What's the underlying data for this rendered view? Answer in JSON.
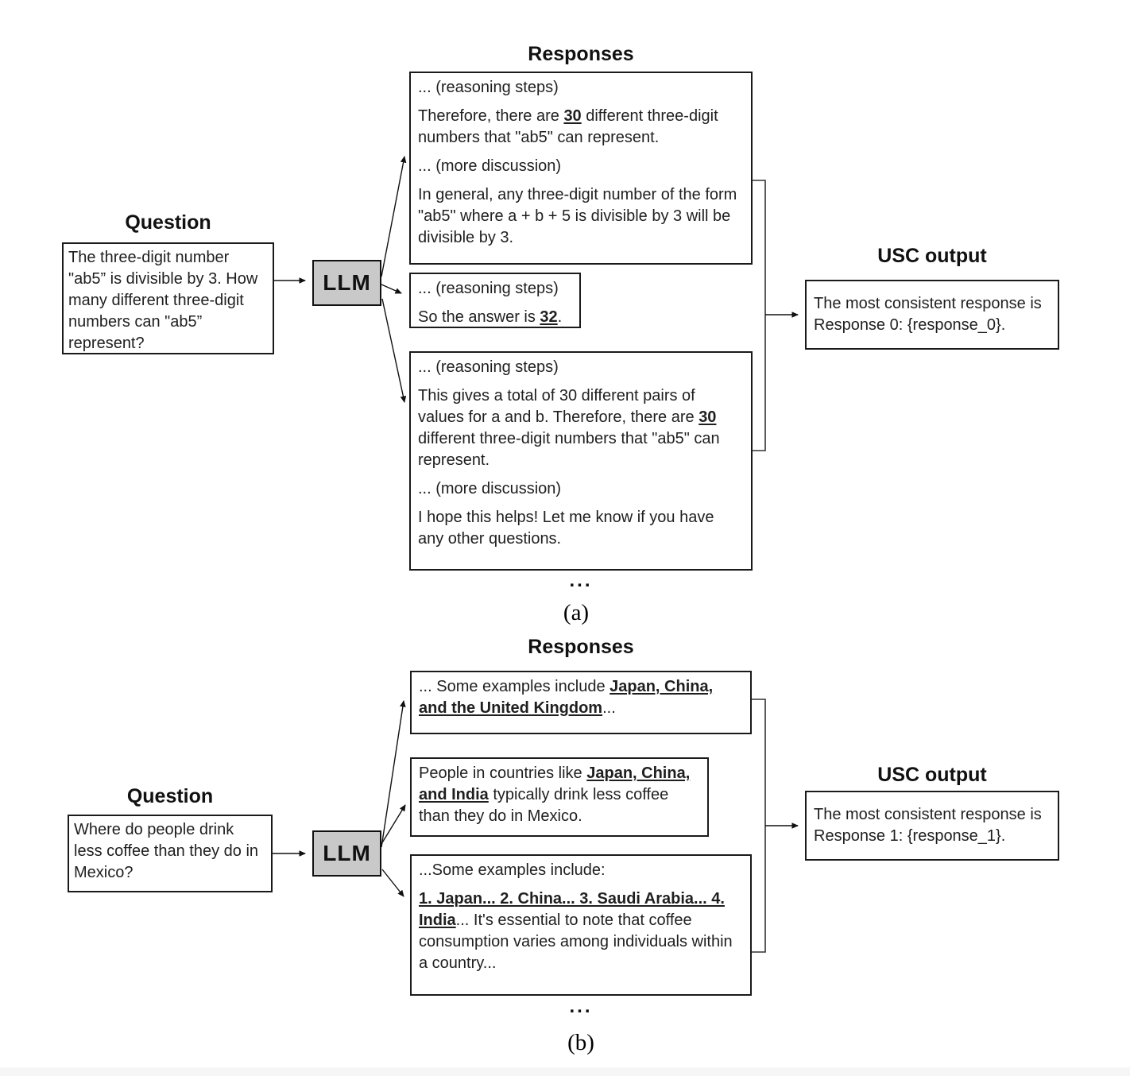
{
  "colors": {
    "llm_box_fill": "#c9c9c9",
    "box_border": "#1a1a1a",
    "text": "#1f1f1f",
    "bottom_strip": "#f6f6f6"
  },
  "panels": [
    {
      "caption": "(a)",
      "responses_title": "Responses",
      "question_title": "Question",
      "question_text": "The three-digit number \"ab5” is divisible by 3. How many different three-digit numbers can \"ab5” represent?",
      "llm_label": "LLM",
      "responses": [
        {
          "paragraphs": [
            [
              {
                "text": "... (reasoning steps)"
              }
            ],
            [
              {
                "text": "Therefore, there are "
              },
              {
                "text": "30",
                "bold": true,
                "underline": true
              },
              {
                "text": " different three-digit numbers that \"ab5\" can represent."
              }
            ],
            [
              {
                "text": "... (more discussion)"
              }
            ],
            [
              {
                "text": "In general, any three-digit number of the form \"ab5\" where a + b + 5 is divisible by 3 will be divisible by 3."
              }
            ]
          ]
        },
        {
          "paragraphs": [
            [
              {
                "text": "... (reasoning steps)"
              }
            ],
            [
              {
                "text": "So the answer is "
              },
              {
                "text": "32",
                "bold": true,
                "underline": true
              },
              {
                "text": "."
              }
            ]
          ]
        },
        {
          "paragraphs": [
            [
              {
                "text": "... (reasoning steps)"
              }
            ],
            [
              {
                "text": "This gives a total of 30 different pairs of values for a and b. Therefore, there are "
              },
              {
                "text": "30",
                "bold": true,
                "underline": true
              },
              {
                "text": " different three-digit numbers that \"ab5\" can represent."
              }
            ],
            [
              {
                "text": "... (more discussion)"
              }
            ],
            [
              {
                "text": "I hope this helps! Let me know if you have any other questions."
              }
            ]
          ]
        }
      ],
      "ellipsis": "...",
      "usc_title": "USC output",
      "usc_text": "The most consistent response is Response 0: {response_0}."
    },
    {
      "caption": "(b)",
      "responses_title": "Responses",
      "question_title": "Question",
      "question_text": "Where do people drink less coffee than they do in Mexico?",
      "llm_label": "LLM",
      "responses": [
        {
          "paragraphs": [
            [
              {
                "text": "... Some examples include "
              },
              {
                "text": "Japan, China, and the United Kingdom",
                "bold": true,
                "underline": true
              },
              {
                "text": "..."
              }
            ]
          ]
        },
        {
          "paragraphs": [
            [
              {
                "text": "People in countries like "
              },
              {
                "text": "Japan, China, and India",
                "bold": true,
                "underline": true
              },
              {
                "text": " typically drink less coffee than they do in Mexico."
              }
            ]
          ]
        },
        {
          "paragraphs": [
            [
              {
                "text": "...Some examples include:"
              }
            ],
            [
              {
                "text": "1. Japan... 2. China... 3. Saudi Arabia... 4. India",
                "bold": true,
                "underline": true
              },
              {
                "text": "... It's essential to note that coffee consumption varies among individuals within a country..."
              }
            ]
          ]
        }
      ],
      "ellipsis": "...",
      "usc_title": "USC output",
      "usc_text": "The most consistent response is Response 1: {response_1}."
    }
  ]
}
